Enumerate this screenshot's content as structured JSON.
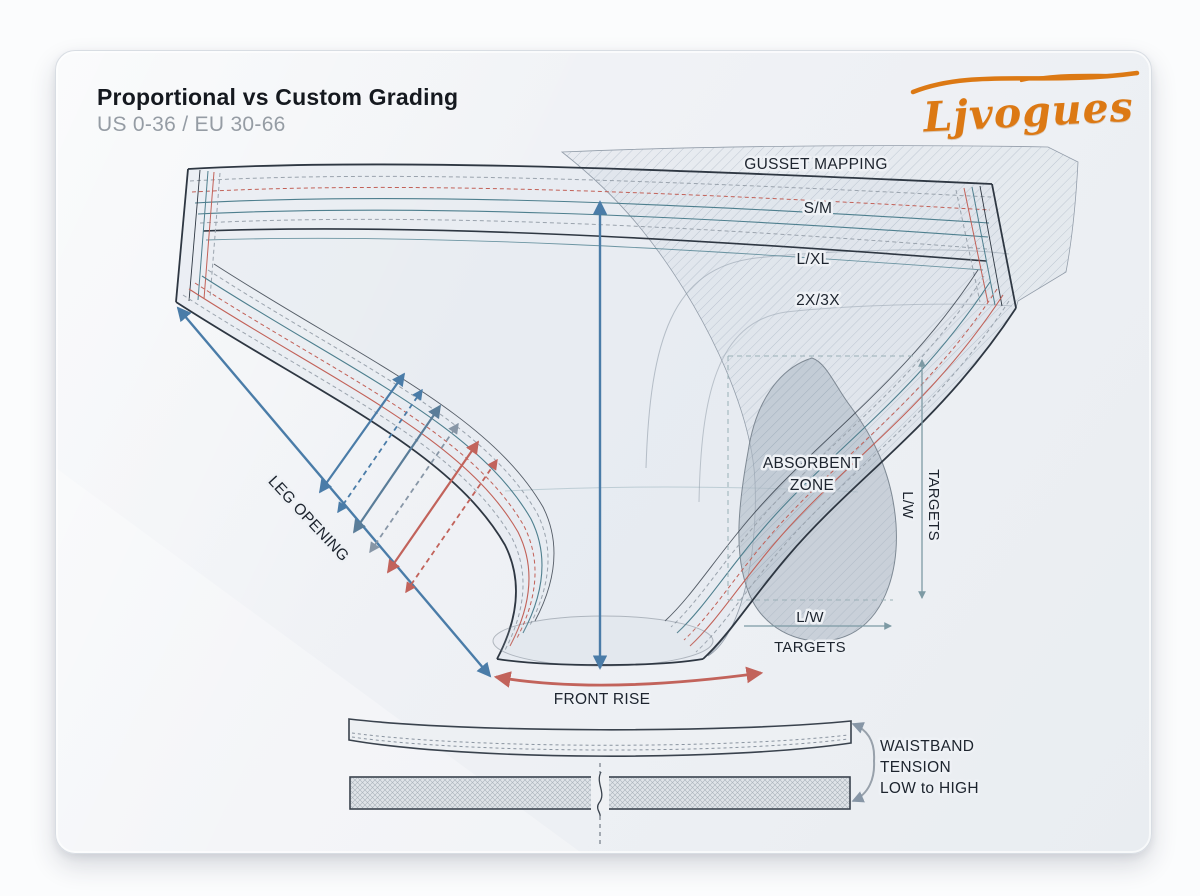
{
  "header": {
    "title": "Proportional vs Custom Grading",
    "subtitle": "US 0-36 / EU 30-66",
    "brand": "Ljvogues"
  },
  "labels": {
    "gusset_mapping": "GUSSET MAPPING",
    "size_sm": "S/M",
    "size_lxl": "L/XL",
    "size_2x3x": "2X/3X",
    "absorbent_line1": "ABSORBENT",
    "absorbent_line2": "ZONE",
    "leg_opening": "LEG OPENING",
    "front_rise": "FRONT RISE",
    "lw_vert_line1": "L/W",
    "lw_vert_line2": "TARGETS",
    "lw_horiz_line1": "L/W",
    "lw_horiz_line2": "TARGETS",
    "waistband_line1": "WAISTBAND",
    "waistband_line2": "TENSION",
    "waistband_line3": "LOW to HIGH"
  },
  "colors": {
    "brand_orange": "#dc7914",
    "blue_arrow": "#4a7ca8",
    "red_arrow": "#c2635b",
    "teal_stitch": "#4e7f8e",
    "red_stitch": "#c26158",
    "gray_stitch": "#9aa3ad",
    "outline": "#2e3742",
    "dimension": "#7d9aa4"
  }
}
